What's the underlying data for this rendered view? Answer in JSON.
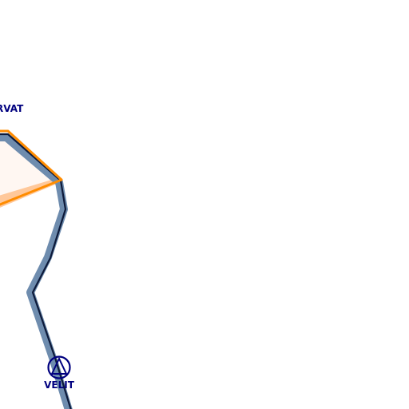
{
  "map": {
    "waypoints": [
      {
        "id": "rvat",
        "label": "RVAT",
        "symbol": "none"
      },
      {
        "id": "velit",
        "label": "VELIT",
        "symbol": "triangle-in-circle"
      }
    ],
    "airspace": {
      "outline_color": "#ff8c00",
      "fill_color": "#fff7f2",
      "edge_fill_color": "#ffc89a"
    },
    "boundary": {
      "outer_color": "#6e8cae",
      "inner_color": "#0d1a3a"
    },
    "label_color": "#00007f"
  }
}
